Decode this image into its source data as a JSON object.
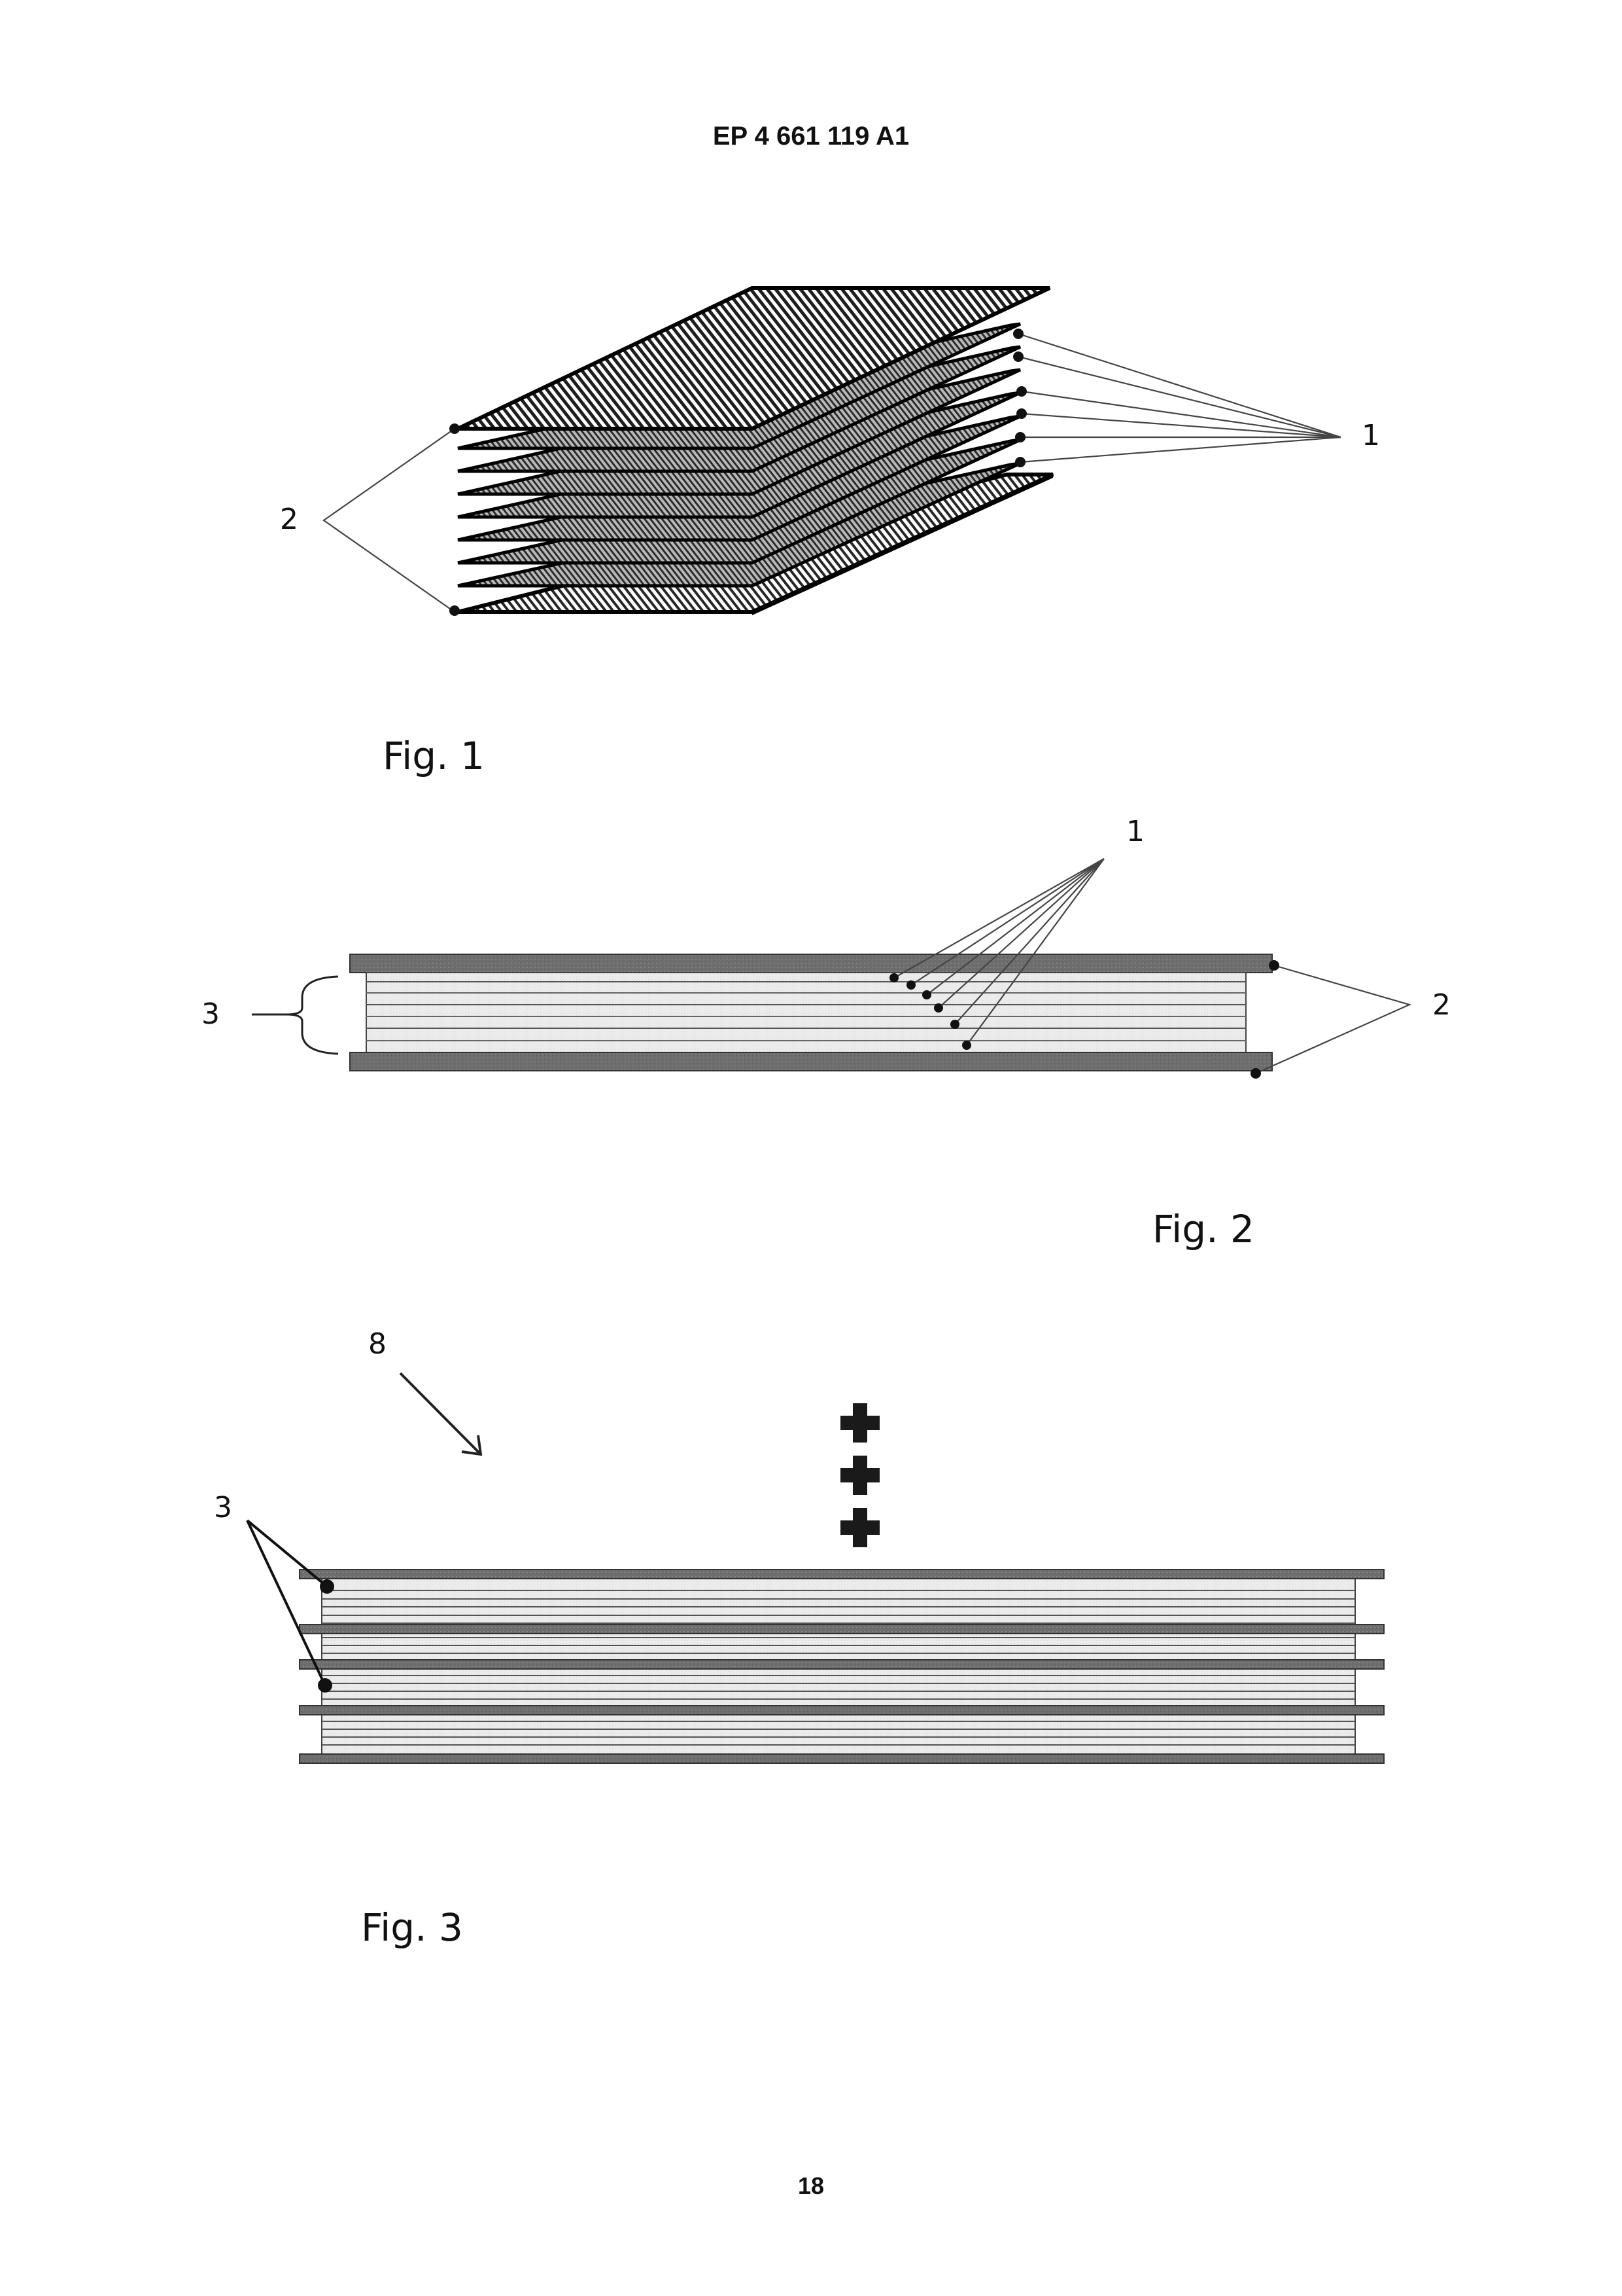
{
  "header": {
    "publication_number": "EP 4 661 119 A1"
  },
  "page_number": "18",
  "figures": {
    "fig1": {
      "caption": "Fig. 1",
      "labels": {
        "sheets": "1",
        "outer_layers": "2"
      }
    },
    "fig2": {
      "caption": "Fig. 2",
      "labels": {
        "sheets": "1",
        "outer_layers": "2",
        "core": "3"
      }
    },
    "fig3": {
      "caption": "Fig. 3",
      "labels": {
        "stack_arrow": "8",
        "laminates": "3"
      },
      "plus_symbol_count": 3
    }
  },
  "colors": {
    "layer_dark": "#6e6e6e",
    "layer_light": "#e6e6e6",
    "ink": "#111111"
  }
}
